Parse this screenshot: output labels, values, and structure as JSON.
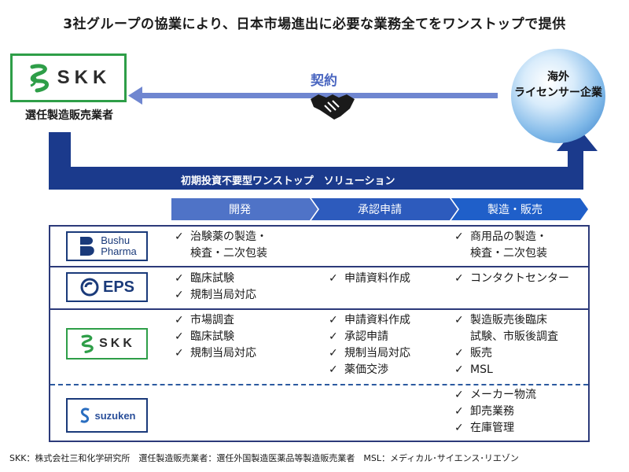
{
  "title": "3社グループの協業により、日本市場進出に必要な業務全てをワンストップで提供",
  "top": {
    "skk_logo_text": "SKK",
    "holder_label": "選任製造販売業者",
    "contract_label": "契約",
    "licensor_label": [
      "海外",
      "ライセンサー企業"
    ]
  },
  "solution_label": "初期投資不要型ワンストップ　ソリューション",
  "phases": [
    "開発",
    "承認申請",
    "製造・販売"
  ],
  "check_mark": "✓",
  "companies": [
    {
      "logo": "Bushu Pharma",
      "logo_line1": "Bushu",
      "logo_line2": "Pharma",
      "cells": [
        [
          "治験薬の製造・\n検査・二次包装"
        ],
        [],
        [
          "商用品の製造・\n検査・二次包装"
        ]
      ]
    },
    {
      "logo": "EPS",
      "cells": [
        [
          "臨床試験",
          "規制当局対応"
        ],
        [
          "申請資料作成"
        ],
        [
          "コンタクトセンター"
        ]
      ]
    },
    {
      "logo": "SKK",
      "cells": [
        [
          "市場調査",
          "臨床試験",
          "規制当局対応"
        ],
        [
          "申請資料作成",
          "承認申請",
          "規制当局対応",
          "薬価交渉"
        ],
        [
          "製造販売後臨床\n試験、市販後調査",
          "販売",
          "MSL"
        ]
      ]
    },
    {
      "logo": "SUZUKEN",
      "cells": [
        [],
        [],
        [
          "メーカー物流",
          "卸売業務",
          "在庫管理"
        ]
      ]
    }
  ],
  "footnote": "SKK：株式会社三和化学研究所　選任製造販売業者：選任外国製造医薬品等製造販売業者　MSL：メディカル･サイエンス･リエゾン",
  "colors": {
    "navy": "#1b3a8c",
    "arrow_blue": "#6f86d0",
    "phase_dev": "#4f73c7",
    "phase_approval": "#2d5bbd",
    "phase_sales": "#1f5fc9",
    "skk_green": "#2e9e48"
  }
}
